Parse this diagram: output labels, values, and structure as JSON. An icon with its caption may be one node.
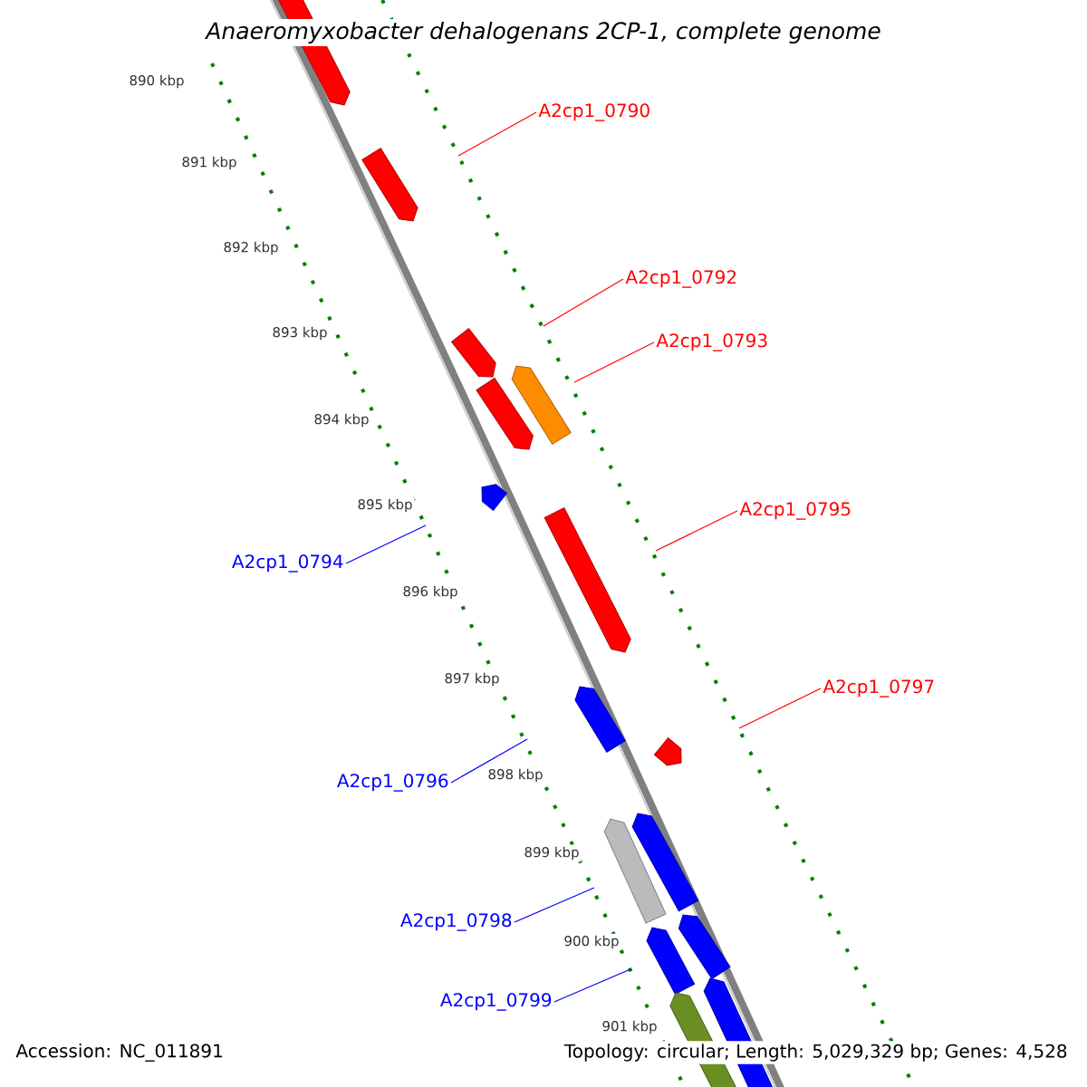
{
  "diagram": {
    "title": "Anaeromyxobacter dehalogenans 2CP-1, complete genome",
    "nodes": [
      {
        "text": [
          "A2cp1_0790"
        ]
      },
      {
        "text": [
          "A2cp1_0792"
        ]
      },
      {
        "text": [
          "A2cp1_0793"
        ]
      },
      {
        "text": [
          "A2cp1_0794"
        ]
      },
      {
        "text": [
          "A2cp1_0795"
        ]
      },
      {
        "text": [
          "A2cp1_0796"
        ]
      },
      {
        "text": [
          "A2cp1_0797"
        ]
      },
      {
        "text": [
          "A2cp1_0798"
        ]
      },
      {
        "text": [
          "A2cp1_0799"
        ]
      }
    ],
    "edges": [
      {
        "from": 0,
        "to": null,
        "arrow": "none",
        "color": "#ff0000"
      },
      {
        "from": 1,
        "to": null,
        "arrow": "none",
        "color": "#ff0000"
      },
      {
        "from": 2,
        "to": null,
        "arrow": "none",
        "color": "#ff0000"
      },
      {
        "from": 3,
        "to": null,
        "arrow": "none",
        "color": "#0000ff"
      },
      {
        "from": 4,
        "to": null,
        "arrow": "none",
        "color": "#ff0000"
      },
      {
        "from": 5,
        "to": null,
        "arrow": "none",
        "color": "#0000ff"
      },
      {
        "from": 6,
        "to": null,
        "arrow": "none",
        "color": "#ff0000"
      },
      {
        "from": 7,
        "to": null,
        "arrow": "none",
        "color": "#0000ff"
      },
      {
        "from": 8,
        "to": null,
        "arrow": "none",
        "color": "#0000ff"
      }
    ],
    "labels": [
      "890 kbp",
      "891 kbp",
      "892 kbp",
      "893 kbp",
      "894 kbp",
      "895 kbp",
      "896 kbp",
      "897 kbp",
      "898 kbp",
      "899 kbp",
      "900 kbp",
      "901 kbp",
      "Accession: NC_011891",
      "Topology: circular; Length: 5,029,329 bp; Genes: 4,528"
    ]
  }
}
